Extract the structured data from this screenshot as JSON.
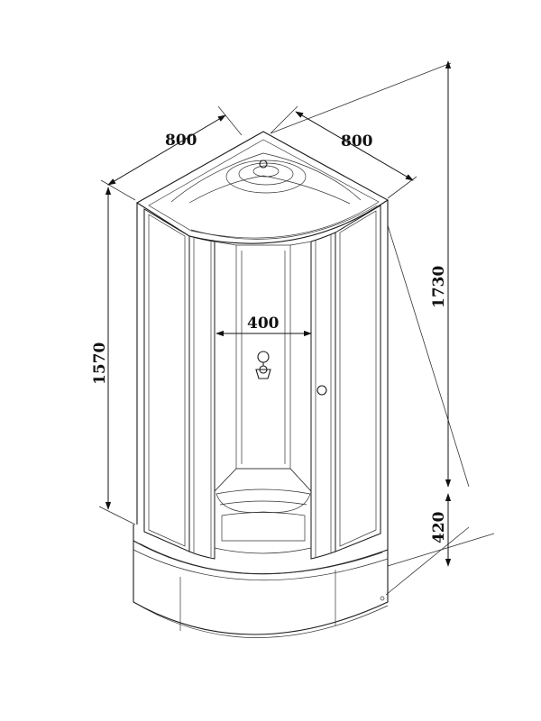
{
  "dimensions": {
    "width_left": "800",
    "width_right": "800",
    "inner_width": "400",
    "cabin_height": "1570",
    "total_height": "1730",
    "tray_height": "420"
  },
  "colors": {
    "line": "#1a1a1a",
    "background": "#ffffff"
  }
}
